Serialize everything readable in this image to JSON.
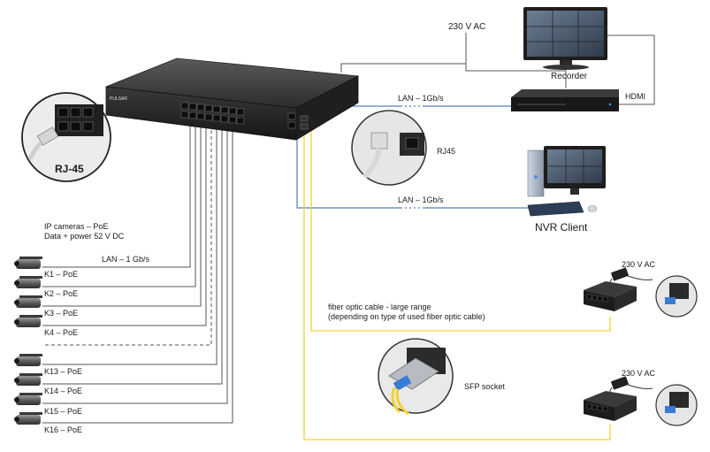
{
  "power": {
    "top": "230 V AC",
    "switch1": "230 V AC",
    "switch2": "230 V AC"
  },
  "devices": {
    "recorder": "Recorder",
    "hdmi": "HDMI",
    "nvr_client": "NVR Client",
    "rj45_badge": "RJ-45",
    "rj45_detail": "RJ45",
    "sfp_socket": "SFP socket"
  },
  "links": {
    "lan_recorder": "LAN – 1Gb/s",
    "lan_client": "LAN – 1Gb/s",
    "lan_cameras": "LAN – 1 Gb/s"
  },
  "cameras": {
    "caption_line1": "IP cameras – PoE",
    "caption_line2": "Data + power 52 V DC",
    "items": [
      {
        "label": "K1 – PoE"
      },
      {
        "label": "K2 – PoE"
      },
      {
        "label": "K3 – PoE"
      },
      {
        "label": "K4 – PoE"
      },
      {
        "label": "K13 – PoE"
      },
      {
        "label": "K14 – PoE"
      },
      {
        "label": "K15 – PoE"
      },
      {
        "label": "K16 – PoE"
      }
    ]
  },
  "fiber": {
    "line1": "fiber optic cable - large range",
    "line2": "(depending on type of used fiber optic cable)"
  },
  "colors": {
    "cable_gray": "#555555",
    "lan_blue": "#2e5fa8",
    "fiber_yellow": "#f2d22e",
    "device_dark": "#2b2b2b",
    "port_blue": "#3a7bd5"
  },
  "icons": [
    "poe-switch",
    "network-video-recorder",
    "monitor",
    "desktop-pc",
    "keyboard",
    "mouse",
    "ip-camera",
    "rj45-connector",
    "sfp-module",
    "media-converter",
    "power-adapter"
  ]
}
